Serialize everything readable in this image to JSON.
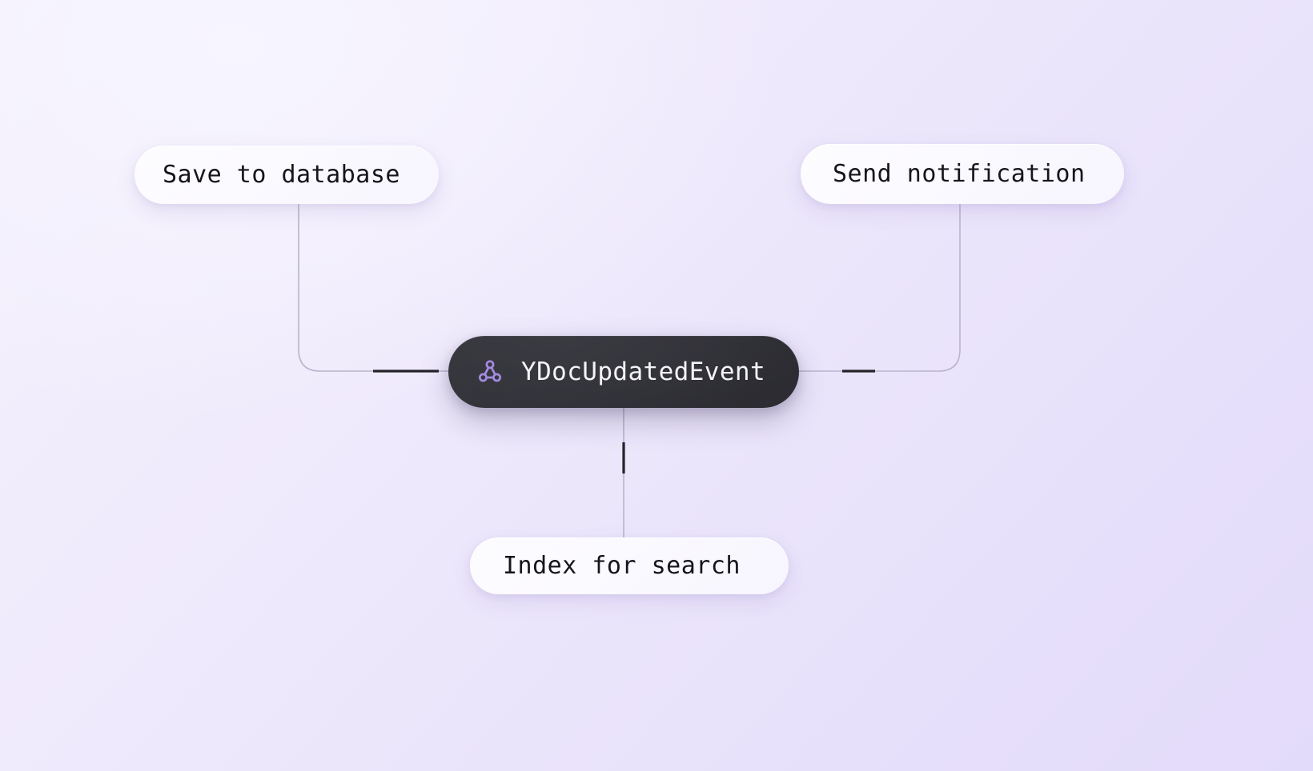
{
  "diagram": {
    "type": "event-fanout",
    "background": {
      "gradient_from": "#f4f1fd",
      "gradient_to": "#e3dbfa"
    },
    "center_node": {
      "label": "YDocUpdatedEvent",
      "icon": "webhook-icon",
      "icon_color": "#a48be0",
      "background_color": "#2f2f35",
      "text_color": "#f4f3f8"
    },
    "leaf_nodes": [
      {
        "id": "save",
        "label": "Save to database",
        "background_color": "#fbfaff",
        "text_color": "#16161a",
        "position": "top-left"
      },
      {
        "id": "notify",
        "label": "Send notification",
        "background_color": "#fbfaff",
        "text_color": "#16161a",
        "position": "top-right"
      },
      {
        "id": "index",
        "label": "Index for search",
        "background_color": "#fbfaff",
        "text_color": "#16161a",
        "position": "bottom-center"
      }
    ],
    "edges": [
      {
        "id": "edge-save",
        "from": "center_node",
        "to": "save",
        "line_color": "#b9b3cc",
        "pulse_color": "#232329"
      },
      {
        "id": "edge-notify",
        "from": "center_node",
        "to": "notify",
        "line_color": "#b9b3cc",
        "pulse_color": "#232329"
      },
      {
        "id": "edge-index",
        "from": "center_node",
        "to": "index",
        "line_color": "#b9b3cc",
        "pulse_color": "#232329"
      }
    ]
  }
}
